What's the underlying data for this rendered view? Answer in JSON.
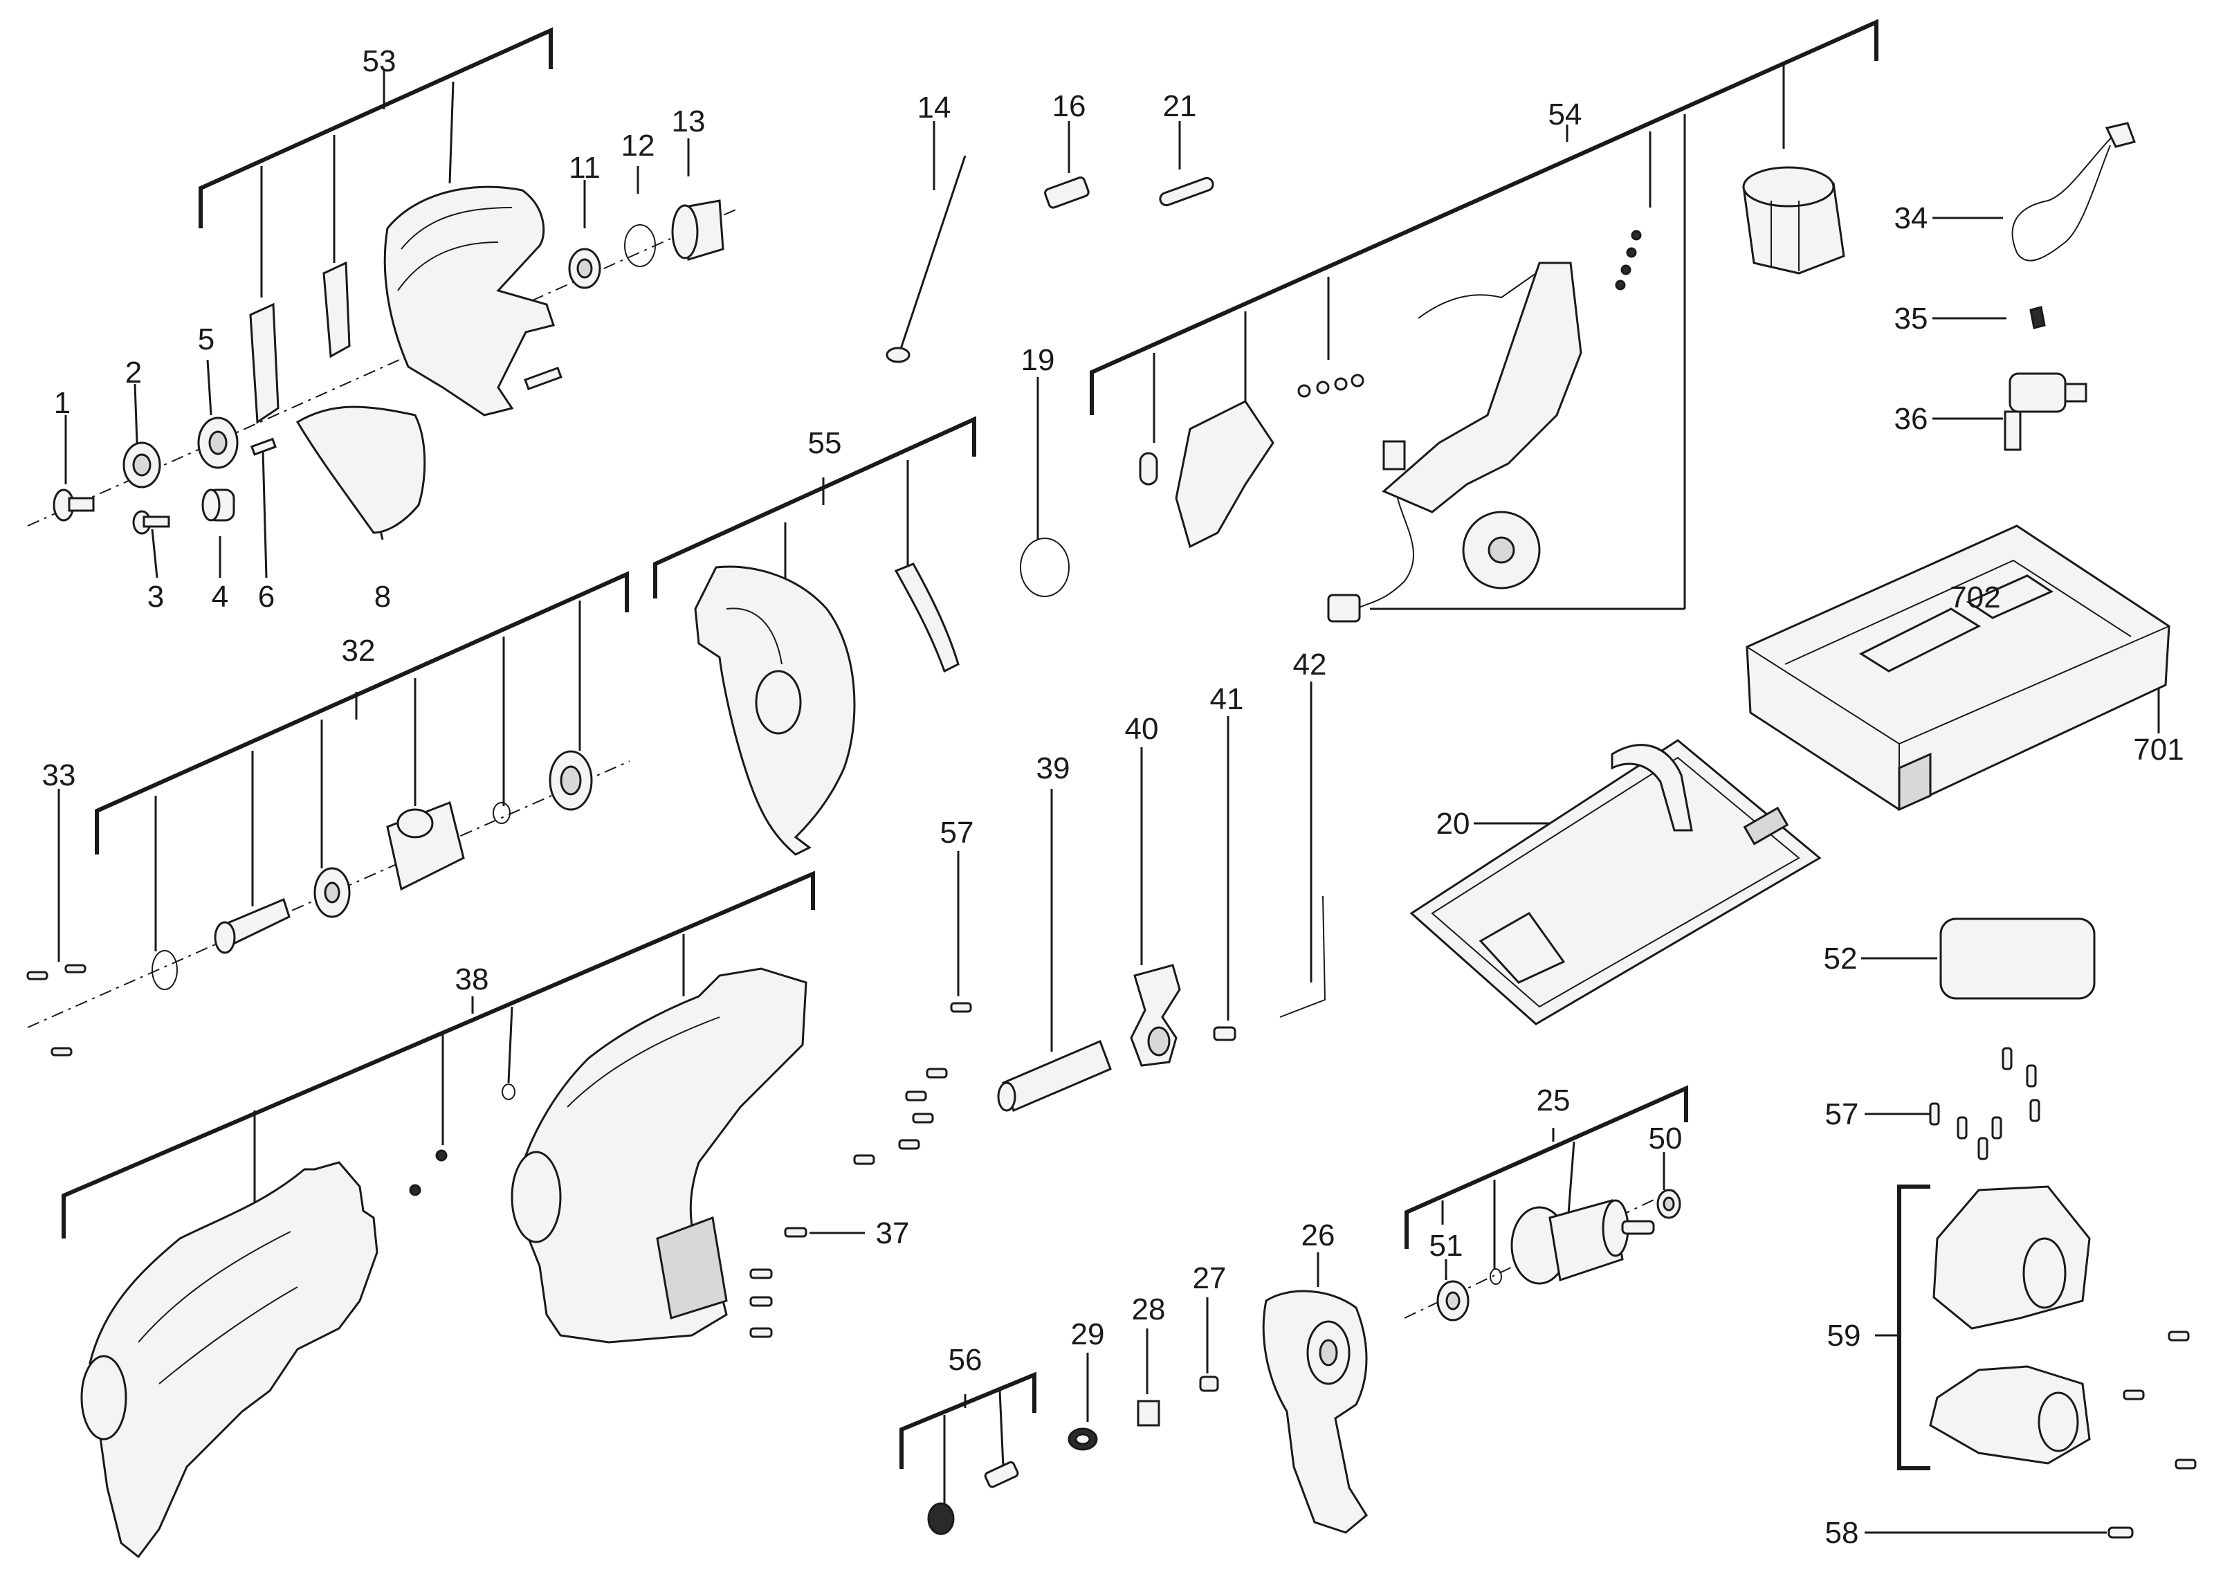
{
  "labels": [
    {
      "id": "1",
      "text": "1"
    },
    {
      "id": "2",
      "text": "2"
    },
    {
      "id": "3",
      "text": "3"
    },
    {
      "id": "4",
      "text": "4"
    },
    {
      "id": "5",
      "text": "5"
    },
    {
      "id": "6",
      "text": "6"
    },
    {
      "id": "8",
      "text": "8"
    },
    {
      "id": "11",
      "text": "11"
    },
    {
      "id": "12",
      "text": "12"
    },
    {
      "id": "13",
      "text": "13"
    },
    {
      "id": "14",
      "text": "14"
    },
    {
      "id": "16",
      "text": "16"
    },
    {
      "id": "19",
      "text": "19"
    },
    {
      "id": "20",
      "text": "20"
    },
    {
      "id": "21",
      "text": "21"
    },
    {
      "id": "25",
      "text": "25"
    },
    {
      "id": "26",
      "text": "26"
    },
    {
      "id": "27",
      "text": "27"
    },
    {
      "id": "28",
      "text": "28"
    },
    {
      "id": "29",
      "text": "29"
    },
    {
      "id": "32",
      "text": "32"
    },
    {
      "id": "33",
      "text": "33"
    },
    {
      "id": "34",
      "text": "34"
    },
    {
      "id": "35",
      "text": "35"
    },
    {
      "id": "36",
      "text": "36"
    },
    {
      "id": "37",
      "text": "37"
    },
    {
      "id": "38",
      "text": "38"
    },
    {
      "id": "39",
      "text": "39"
    },
    {
      "id": "40",
      "text": "40"
    },
    {
      "id": "41",
      "text": "41"
    },
    {
      "id": "42",
      "text": "42"
    },
    {
      "id": "50",
      "text": "50"
    },
    {
      "id": "51",
      "text": "51"
    },
    {
      "id": "52",
      "text": "52"
    },
    {
      "id": "53",
      "text": "53"
    },
    {
      "id": "54",
      "text": "54"
    },
    {
      "id": "55",
      "text": "55"
    },
    {
      "id": "56",
      "text": "56"
    },
    {
      "id": "57a",
      "text": "57"
    },
    {
      "id": "57b",
      "text": "57"
    },
    {
      "id": "58",
      "text": "58"
    },
    {
      "id": "59",
      "text": "59"
    },
    {
      "id": "701",
      "text": "701"
    },
    {
      "id": "702",
      "text": "702"
    }
  ]
}
